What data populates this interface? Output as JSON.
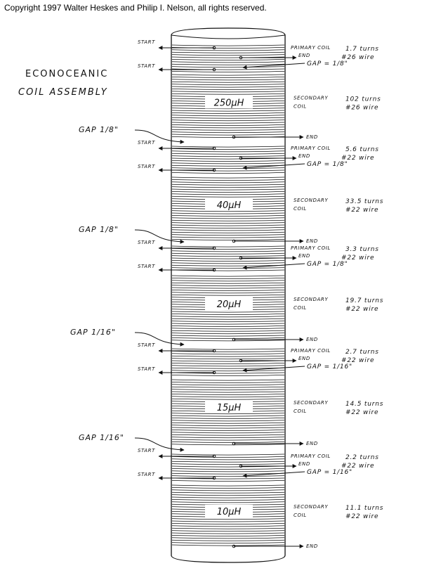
{
  "copyright": "Copyright 1997 Walter Heskes and Philip I. Nelson, all rights reserved.",
  "title_line1": "ECONOCEANIC",
  "title_line2": "COIL ASSEMBLY",
  "labels": {
    "start": "START",
    "end": "END",
    "primary": "PRIMARY COIL",
    "secondary": "SECONDARY",
    "coil": "COIL"
  },
  "sections": [
    {
      "inductance": "250μH",
      "primary_turns": "1.7 turns",
      "primary_wire": "#26 wire",
      "inner_gap": "GAP = 1/8\"",
      "secondary_turns": "102 turns",
      "secondary_wire": "#26 wire",
      "section_gap": ""
    },
    {
      "inductance": "40μH",
      "primary_turns": "5.6 turns",
      "primary_wire": "#22 wire",
      "inner_gap": "GAP = 1/8\"",
      "secondary_turns": "33.5 turns",
      "secondary_wire": "#22 wire",
      "section_gap": "GAP 1/8\""
    },
    {
      "inductance": "20μH",
      "primary_turns": "3.3 turns",
      "primary_wire": "#22 wire",
      "inner_gap": "GAP = 1/8\"",
      "secondary_turns": "19.7 turns",
      "secondary_wire": "#22 wire",
      "section_gap": "GAP 1/8\""
    },
    {
      "inductance": "15μH",
      "primary_turns": "2.7 turns",
      "primary_wire": "#22 wire",
      "inner_gap": "GAP = 1/16\"",
      "secondary_turns": "14.5 turns",
      "secondary_wire": "#22 wire",
      "section_gap": "GAP 1/16\""
    },
    {
      "inductance": "10μH",
      "primary_turns": "2.2 turns",
      "primary_wire": "#22 wire",
      "inner_gap": "GAP = 1/16\"",
      "secondary_turns": "11.1 turns",
      "secondary_wire": "#22 wire",
      "section_gap": "GAP 1/16\""
    }
  ]
}
